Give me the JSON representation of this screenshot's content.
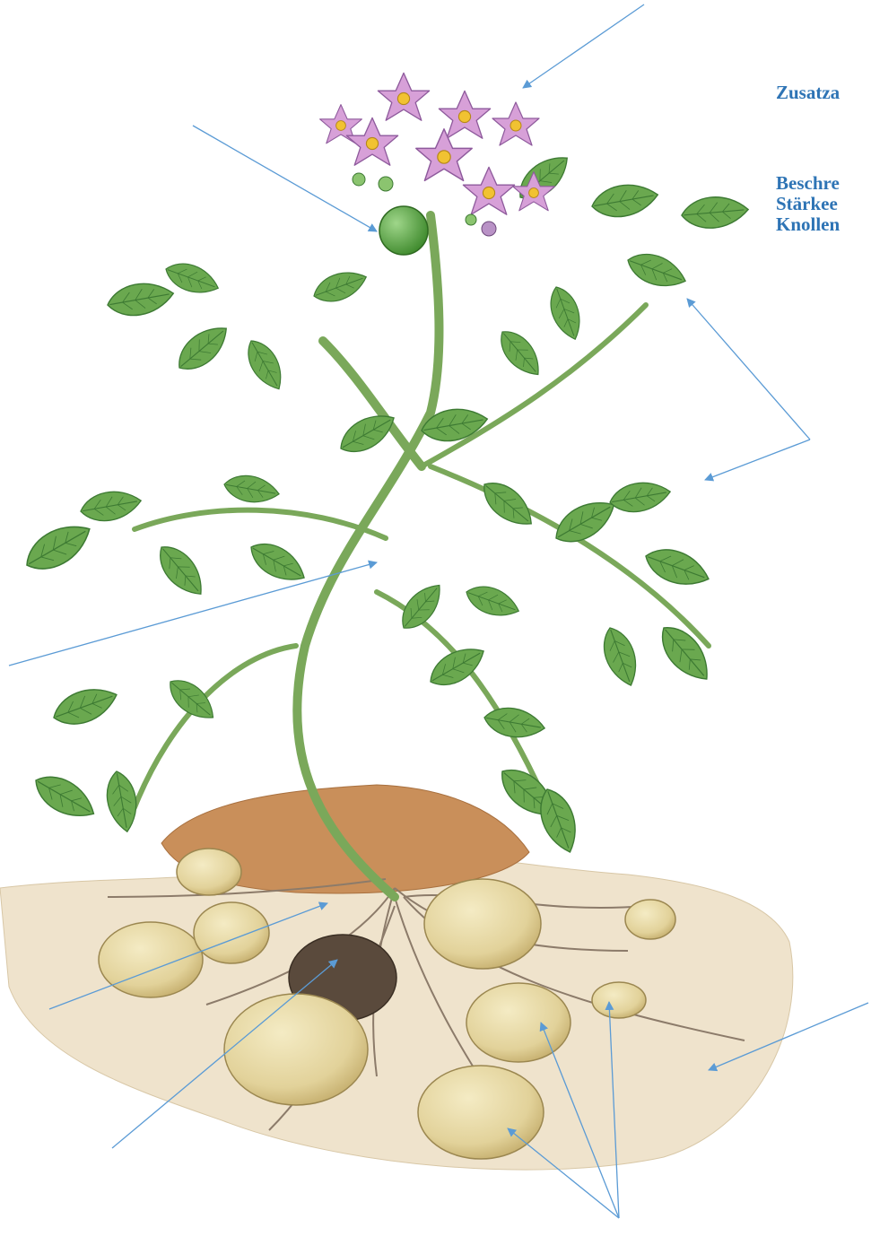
{
  "task": {
    "title": "Zusatza",
    "lines": [
      "Beschre",
      "Stärkee",
      "Knollen"
    ]
  },
  "colors": {
    "text": "#2e74b5",
    "arrow": "#5b9bd5",
    "leaf": "#6aa84f",
    "leaf_dark": "#3d7a33",
    "flower": "#d7a0d8",
    "flower_center": "#f1c232",
    "berry": "#57a43c",
    "tuber": "#e6d9a3",
    "soil": "#c98f5a",
    "sand": "#efe3cc",
    "root": "#8c7b6a"
  },
  "icons": {
    "arrowhead": "arrowhead-triangle",
    "illustration": "potato-plant"
  }
}
